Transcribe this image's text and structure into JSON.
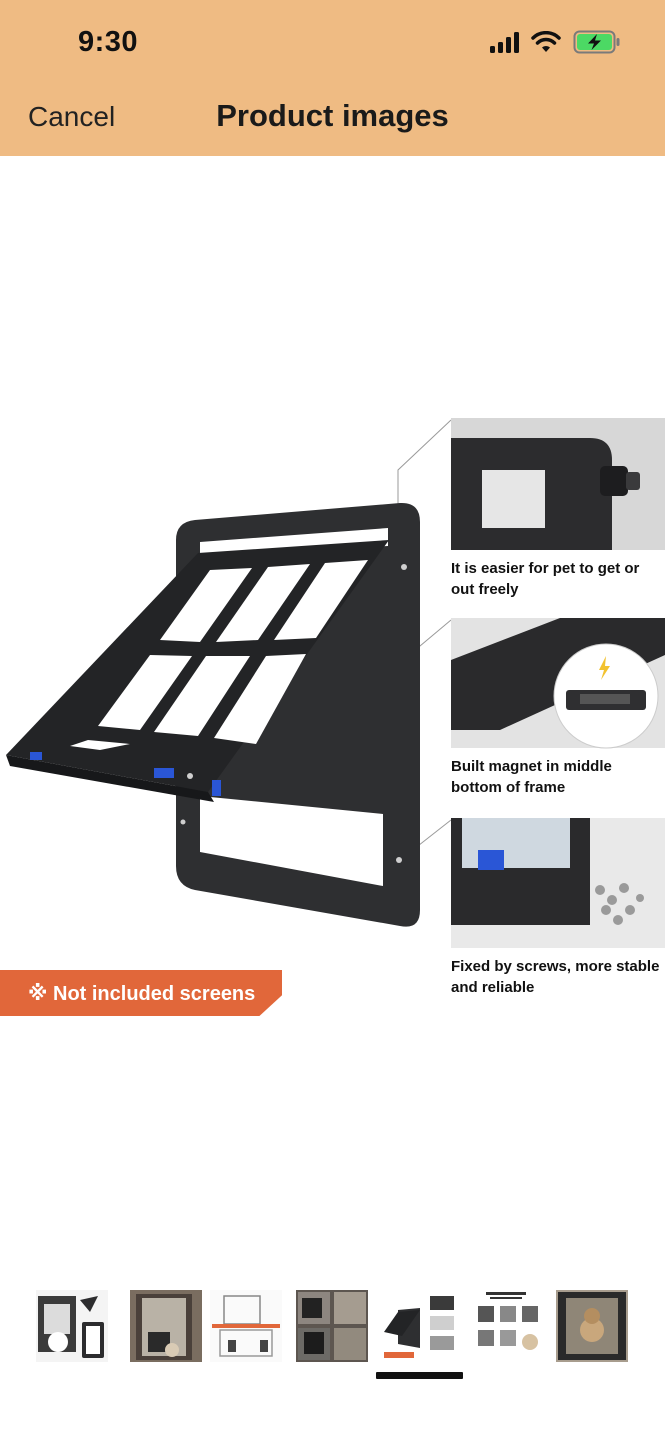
{
  "status_bar": {
    "time": "9:30"
  },
  "header": {
    "cancel_label": "Cancel",
    "title": "Product images"
  },
  "product_image": {
    "banner_text": "※ Not included screens",
    "features": [
      {
        "caption": "It is easier for pet to get or out freely"
      },
      {
        "caption": "Built magnet in middle bottom of frame"
      },
      {
        "caption": "Fixed by screws, more stable and reliable"
      }
    ]
  },
  "thumbnails": {
    "count": 7,
    "selected_index": 4
  },
  "colors": {
    "header_bg": "#efbb83",
    "banner_bg": "#e1673a",
    "battery_fill": "#4cd964"
  }
}
